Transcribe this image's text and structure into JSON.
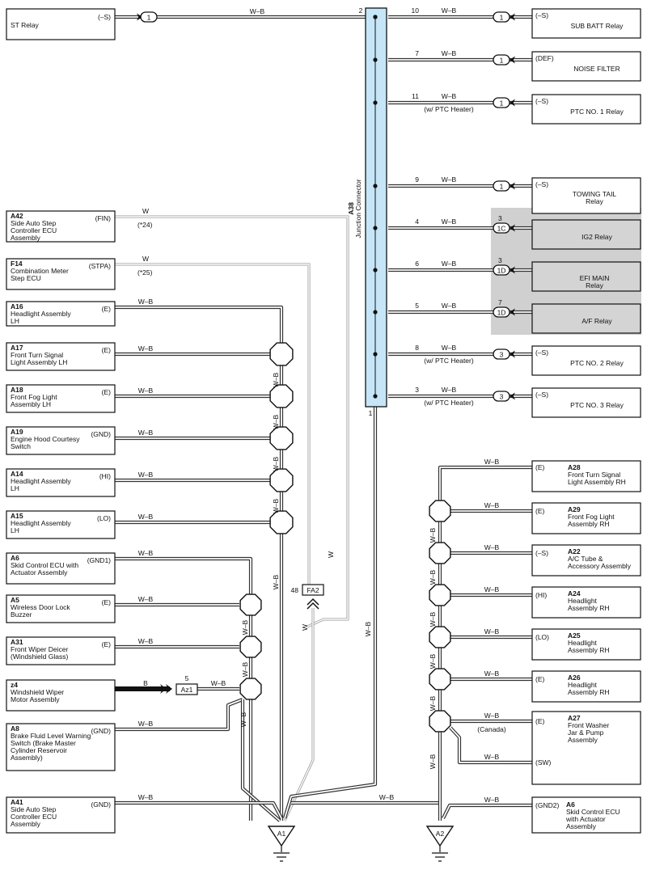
{
  "junction": {
    "id": "A38",
    "name": "Junction Connector",
    "pin_left": "2",
    "pin_bottom": "1"
  },
  "left_top": [
    {
      "name": "ST Relay",
      "terminal": "(–S)",
      "conn": "1",
      "wire": "W–B"
    }
  ],
  "right_relays": [
    {
      "pin": "10",
      "wire": "W–B",
      "cond": "",
      "conn": "1",
      "term": "(–S)",
      "name": "SUB BATT Relay",
      "name2": ""
    },
    {
      "pin": "7",
      "wire": "W–B",
      "cond": "",
      "conn": "1",
      "term": "(DEF)",
      "name": "NOISE FILTER",
      "name2": ""
    },
    {
      "pin": "11",
      "wire": "W–B",
      "cond": "(w/ PTC Heater)",
      "conn": "1",
      "term": "(–S)",
      "name": "PTC NO. 1 Relay",
      "name2": ""
    },
    {
      "pin": "9",
      "wire": "W–B",
      "cond": "",
      "conn": "1",
      "term": "(–S)",
      "name": "TOWING TAIL",
      "name2": "Relay"
    },
    {
      "pin": "4",
      "wire": "W–B",
      "cond": "",
      "conn": "1C",
      "connpin": "3",
      "term": "",
      "name": "IG2 Relay",
      "name2": ""
    },
    {
      "pin": "6",
      "wire": "W–B",
      "cond": "",
      "conn": "1D",
      "connpin": "3",
      "term": "",
      "name": "EFI MAIN",
      "name2": "Relay"
    },
    {
      "pin": "5",
      "wire": "W–B",
      "cond": "",
      "conn": "1D",
      "connpin": "7",
      "term": "",
      "name": "A/F Relay",
      "name2": ""
    },
    {
      "pin": "8",
      "wire": "W–B",
      "cond": "(w/ PTC Heater)",
      "conn": "3",
      "term": "(–S)",
      "name": "PTC NO. 2 Relay",
      "name2": ""
    },
    {
      "pin": "3",
      "wire": "W–B",
      "cond": "(w/ PTC Heater)",
      "conn": "3",
      "term": "(–S)",
      "name": "PTC NO. 3 Relay",
      "name2": ""
    }
  ],
  "left_devices": [
    {
      "id": "A42",
      "lines": [
        "Side Auto Step",
        "Controller ECU",
        "Assembly"
      ],
      "term": "(FIN)",
      "wire": "W",
      "note": "(*24)"
    },
    {
      "id": "F14",
      "lines": [
        "Combination Meter",
        "Step ECU"
      ],
      "term": "(STPA)",
      "wire": "W",
      "note": "(*25)"
    },
    {
      "id": "A16",
      "lines": [
        "Headlight Assembly",
        "LH"
      ],
      "term": "(E)",
      "wire": "W–B"
    },
    {
      "id": "A17",
      "lines": [
        "Front Turn Signal",
        "Light Assembly LH"
      ],
      "term": "(E)",
      "wire": "W–B"
    },
    {
      "id": "A18",
      "lines": [
        "Front Fog Light",
        "Assembly LH"
      ],
      "term": "(E)",
      "wire": "W–B"
    },
    {
      "id": "A19",
      "lines": [
        "Engine Hood Courtesy",
        "Switch"
      ],
      "term": "(GND)",
      "wire": "W–B"
    },
    {
      "id": "A14",
      "lines": [
        "Headlight Assembly",
        "LH"
      ],
      "term": "(HI)",
      "wire": "W–B"
    },
    {
      "id": "A15",
      "lines": [
        "Headlight Assembly",
        "LH"
      ],
      "term": "(LO)",
      "wire": "W–B"
    },
    {
      "id": "A6",
      "lines": [
        "Skid Control ECU with",
        "Actuator Assembly"
      ],
      "term": "(GND1)",
      "wire": "W–B"
    },
    {
      "id": "A5",
      "lines": [
        "Wireless Door Lock",
        "Buzzer"
      ],
      "term": "(E)",
      "wire": "W–B"
    },
    {
      "id": "A31",
      "lines": [
        "Front Wiper Deicer",
        "(Windshield Glass)"
      ],
      "term": "(E)",
      "wire": "W–B"
    },
    {
      "id": "z4",
      "lines": [
        "Windshield Wiper",
        "Motor Assembly"
      ],
      "term": "",
      "wire": "B",
      "conn": "Az1",
      "connpin": "5",
      "wire2": "W–B"
    },
    {
      "id": "A8",
      "lines": [
        "Brake Fluid Level Warning",
        "Switch (Brake Master",
        "Cylinder Reservoir",
        "Assembly)"
      ],
      "term": "(GND)",
      "wire": "W–B"
    },
    {
      "id": "A41",
      "lines": [
        "Side Auto Step",
        "Controller ECU",
        "Assembly"
      ],
      "term": "(GND)",
      "wire": "W–B"
    }
  ],
  "right_devices": [
    {
      "id": "A28",
      "lines": [
        "Front Turn Signal",
        "Light Assembly RH"
      ],
      "term": "(E)",
      "wire": "W–B"
    },
    {
      "id": "A29",
      "lines": [
        "Front Fog Light",
        "Assembly RH"
      ],
      "term": "(E)",
      "wire": "W–B"
    },
    {
      "id": "A22",
      "lines": [
        "A/C Tube &",
        "Accessory Assembly"
      ],
      "term": "(–S)",
      "wire": "W–B"
    },
    {
      "id": "A24",
      "lines": [
        "Headlight",
        "Assembly RH"
      ],
      "term": "(HI)",
      "wire": "W–B"
    },
    {
      "id": "A25",
      "lines": [
        "Headlight",
        "Assembly RH"
      ],
      "term": "(LO)",
      "wire": "W–B"
    },
    {
      "id": "A26",
      "lines": [
        "Headlight",
        "Assembly RH"
      ],
      "term": "(E)",
      "wire": "W–B"
    },
    {
      "id": "A27",
      "lines": [
        "Front Washer",
        "Jar & Pump",
        "Assembly"
      ],
      "term": "(E)",
      "term2": "(SW)",
      "wire": "W–B",
      "cond": "(Canada)"
    },
    {
      "id": "A6",
      "lines": [
        "Skid Control ECU",
        "with Actuator",
        "Assembly"
      ],
      "term": "(GND2)",
      "wire": "W–B"
    }
  ],
  "wire_labels": {
    "wb": "W–B",
    "w": "W"
  },
  "fa2": {
    "pin": "48",
    "label": "FA2"
  },
  "grounds": {
    "a1": "A1",
    "a2": "A2"
  }
}
